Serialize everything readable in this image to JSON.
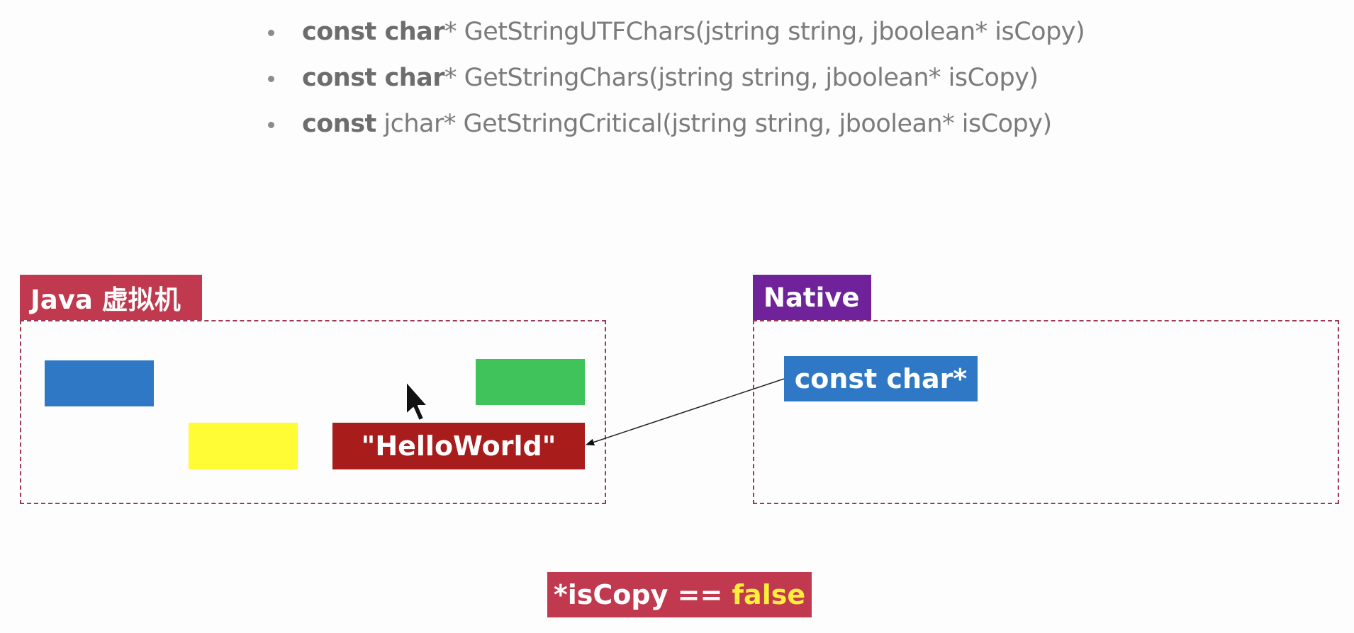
{
  "signatures": [
    {
      "keyword": "const char",
      "rest": "* GetStringUTFChars(jstring string, jboolean* isCopy)"
    },
    {
      "keyword": "const char",
      "rest": "* GetStringChars(jstring string, jboolean* isCopy)"
    },
    {
      "keyword": "const",
      "rest": " jchar* GetStringCritical(jstring string, jboolean* isCopy)"
    }
  ],
  "java_vm": {
    "label": "Java 虚拟机",
    "label_color": "#c0394f",
    "block_colors": [
      "#2e78c5",
      "#3fc35a",
      "#fffb35"
    ],
    "string_block": {
      "text": "\"HelloWorld\"",
      "color": "#a81c1c"
    }
  },
  "native": {
    "label": "Native",
    "label_color": "#70229a",
    "pointer": {
      "text": "const char*",
      "color": "#2e78c5"
    }
  },
  "status": {
    "prefix": "*isCopy == ",
    "value": "false",
    "bg_color": "#c0394f",
    "value_color": "#ffef3a"
  },
  "icons": {
    "cursor": "mouse-pointer-icon"
  }
}
